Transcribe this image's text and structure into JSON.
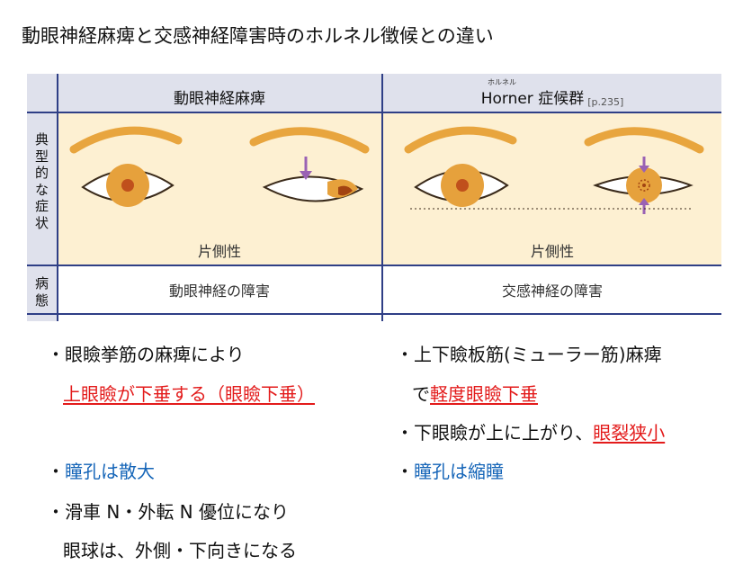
{
  "title": "動眼神経麻痺と交感神経障害時のホルネル徴候との違い",
  "figure": {
    "col1_header": "動眼神経麻痺",
    "col2_header": "Horner 症候群",
    "col2_ruby": "ホルネル",
    "col2_ref": "[p.235]",
    "row1_label": [
      "典",
      "型",
      "的",
      "な",
      "症",
      "状"
    ],
    "row2_label": [
      "病",
      "態"
    ],
    "col1_side": "片側性",
    "col2_side": "片側性",
    "col1_pathology": "動眼神経の障害",
    "col2_pathology": "交感神経の障害",
    "colors": {
      "symptom_bg": "#fdf0d2",
      "iris": "#e6a13c",
      "pupil": "#c0501c",
      "brow": "#e8a53e",
      "arrow": "#9a62b4",
      "grid": "#2f3f86"
    }
  },
  "left_notes": {
    "b1_prefix": "・眼瞼挙筋の麻痺により",
    "b1_red": "上眼瞼が下垂する（眼瞼下垂）",
    "b2_prefix": "・",
    "b2_blue": "瞳孔は散大",
    "b3_line1": "・滑車 N・外転 N 優位になり",
    "b3_line2": "眼球は、外側・下向きになる"
  },
  "right_notes": {
    "b1_line1": "・上下瞼板筋(ミューラー筋)麻痺",
    "b1_line2_prefix": "で",
    "b1_line2_red": "軽度眼瞼下垂",
    "b2_prefix": "・下眼瞼が上に上がり、",
    "b2_red": "眼裂狭小",
    "b3_prefix": "・",
    "b3_blue": "瞳孔は縮瞳"
  }
}
